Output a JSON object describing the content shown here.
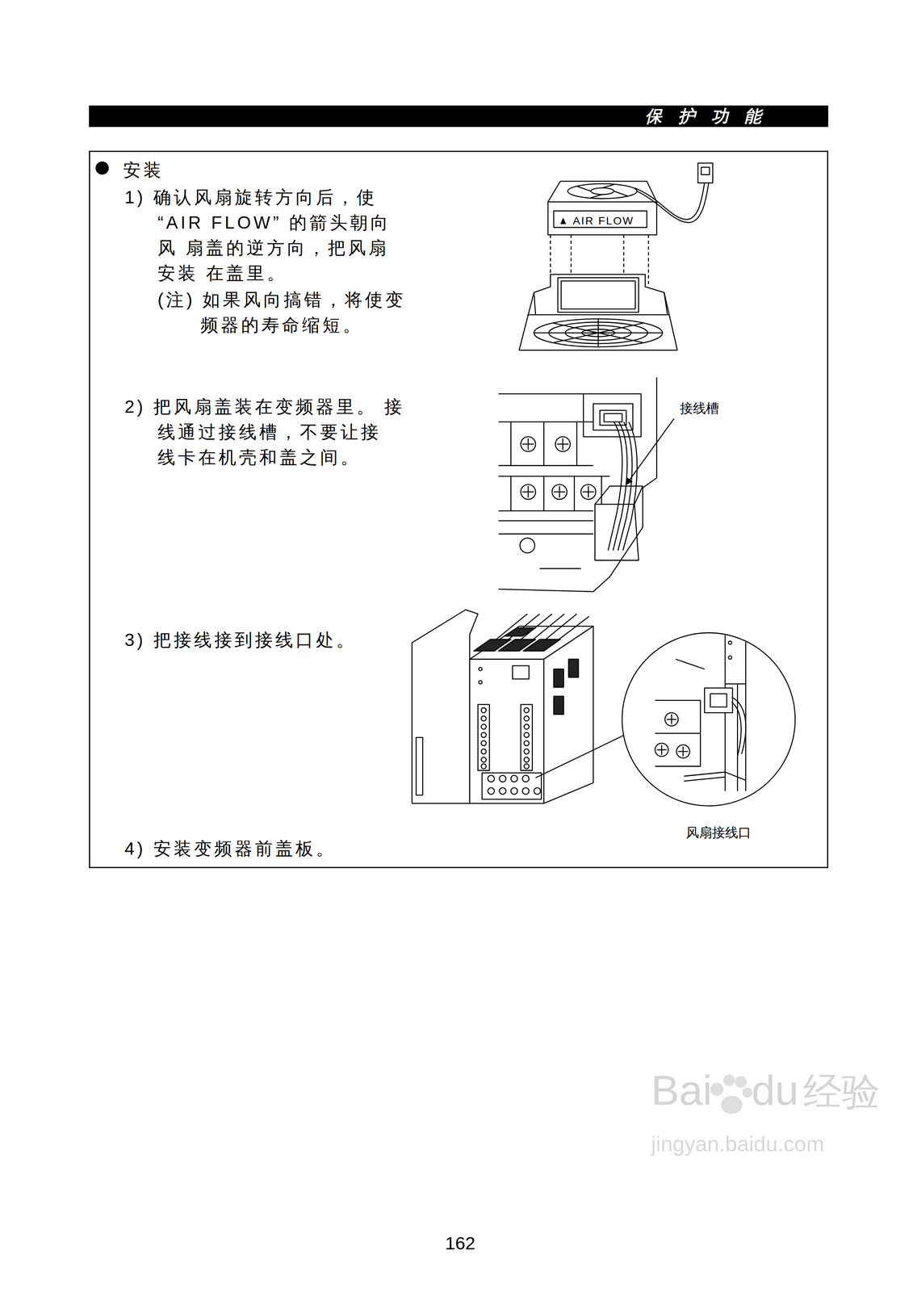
{
  "diagram": {
    "title": "保 护 功 能",
    "nodes": [
      {
        "text": [
          "安装",
          "1) 确认风扇旋转方向后，使 “AIR FLOW” 的箭头朝向风 扇盖的逆方向，把风扇安装 在盖里。",
          "(注) 如果风向搞错，将使变 频器的寿命缩短。",
          "2) 把风扇盖装在变频器里。 接线通过接线槽，不要让接 线卡在机壳和盖之间。",
          "3) 把接线接到接线口处。",
          "4) 安装变频器前盖板。"
        ]
      }
    ],
    "labels": [
      "AIR FLOW",
      "接线槽",
      "风扇接线口",
      "162",
      "Bai",
      "du",
      "经验",
      "jingyan.baidu.com"
    ]
  }
}
